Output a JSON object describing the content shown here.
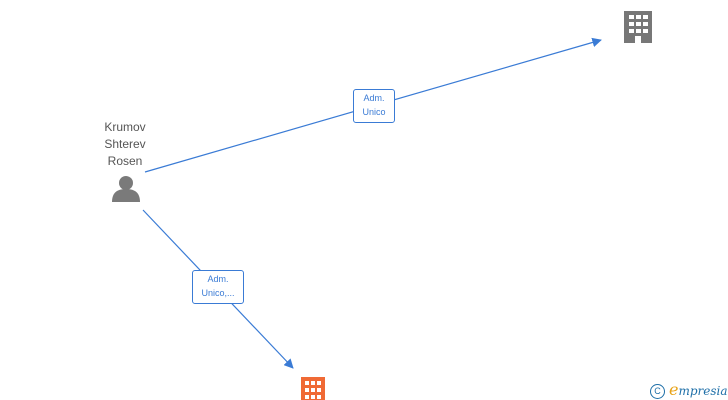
{
  "person": {
    "name_lines": [
      "Krumov",
      "Shterev",
      "Rosen"
    ],
    "icon": "person-icon"
  },
  "companies": [
    {
      "icon": "building-icon",
      "color": "#777777"
    },
    {
      "icon": "building-icon",
      "color": "#f06a35"
    }
  ],
  "edges": [
    {
      "label_lines": [
        "Adm.",
        "Unico"
      ],
      "color": "#3a7bd5"
    },
    {
      "label_lines": [
        "Adm.",
        "Unico,..."
      ],
      "color": "#3a7bd5"
    }
  ],
  "watermark": {
    "copyright_symbol": "C",
    "brand_initial": "e",
    "brand_rest": "mpresia"
  }
}
